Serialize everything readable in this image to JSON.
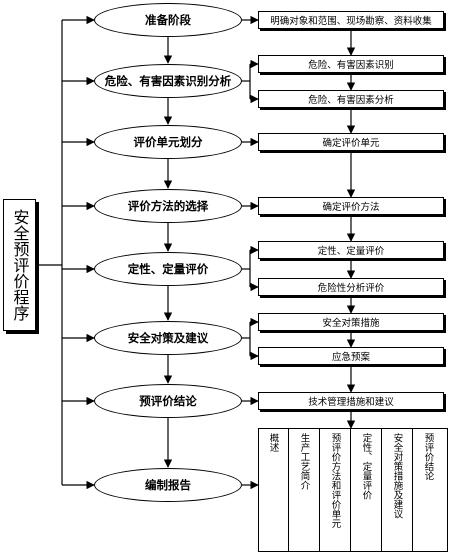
{
  "title": "安全预评价程序",
  "stages": [
    {
      "label": "准备阶段"
    },
    {
      "label": "危险、有害因素识别分析"
    },
    {
      "label": "评价单元划分"
    },
    {
      "label": "评价方法的选择"
    },
    {
      "label": "定性、定量评价"
    },
    {
      "label": "安全对策及建议"
    },
    {
      "label": "预评价结论"
    },
    {
      "label": "编制报告"
    }
  ],
  "tasks": {
    "prep": "明确对象和范围、现场勘察、资料收集",
    "hazard_identify": "危险、有害因素识别",
    "hazard_analyze": "危险、有害因素分析",
    "unit": "确定评价单元",
    "method": "确定评价方法",
    "qual_quant": "定性、定量评价",
    "risk_grade": "危险性分析评价",
    "measures": "安全对策措施",
    "emergency": "应急预案",
    "conclusion": "技术管理措施和建议"
  },
  "report_columns": [
    "概述",
    "生产工艺简介",
    "预评价方法和评价单元",
    "定性、定量评价",
    "安全对策措施及建议",
    "预评价结论"
  ]
}
